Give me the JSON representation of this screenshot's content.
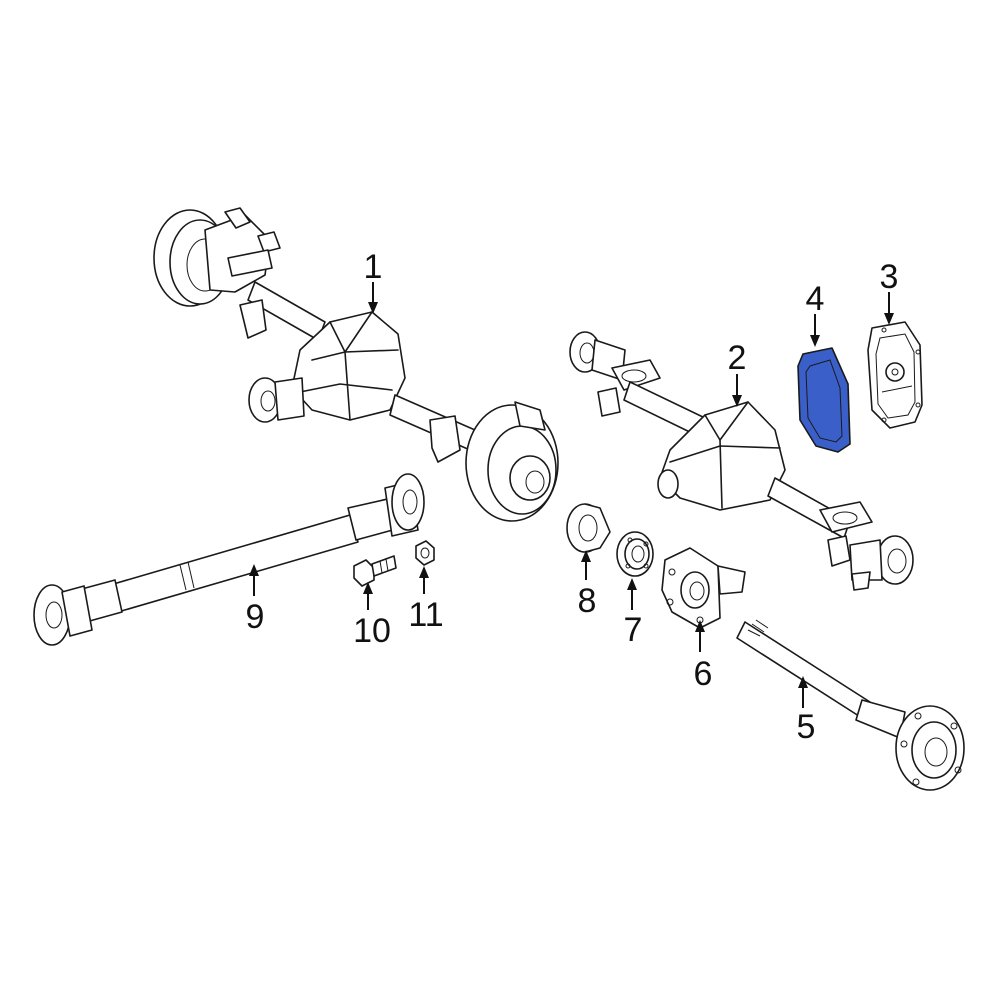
{
  "diagram": {
    "highlight_color": "#3b5fc9",
    "line_color": "#1a1a1a",
    "callouts": [
      {
        "id": "1",
        "label": "1",
        "part": "axle-assembly-main"
      },
      {
        "id": "2",
        "label": "2",
        "part": "axle-housing"
      },
      {
        "id": "3",
        "label": "3",
        "part": "differential-cover"
      },
      {
        "id": "4",
        "label": "4",
        "part": "cover-gasket",
        "highlighted": true
      },
      {
        "id": "5",
        "label": "5",
        "part": "axle-shaft"
      },
      {
        "id": "6",
        "label": "6",
        "part": "bearing-retainer"
      },
      {
        "id": "7",
        "label": "7",
        "part": "wheel-bearing"
      },
      {
        "id": "8",
        "label": "8",
        "part": "axle-seal"
      },
      {
        "id": "9",
        "label": "9",
        "part": "drive-shaft"
      },
      {
        "id": "10",
        "label": "10",
        "part": "bolt"
      },
      {
        "id": "11",
        "label": "11",
        "part": "nut"
      }
    ]
  }
}
